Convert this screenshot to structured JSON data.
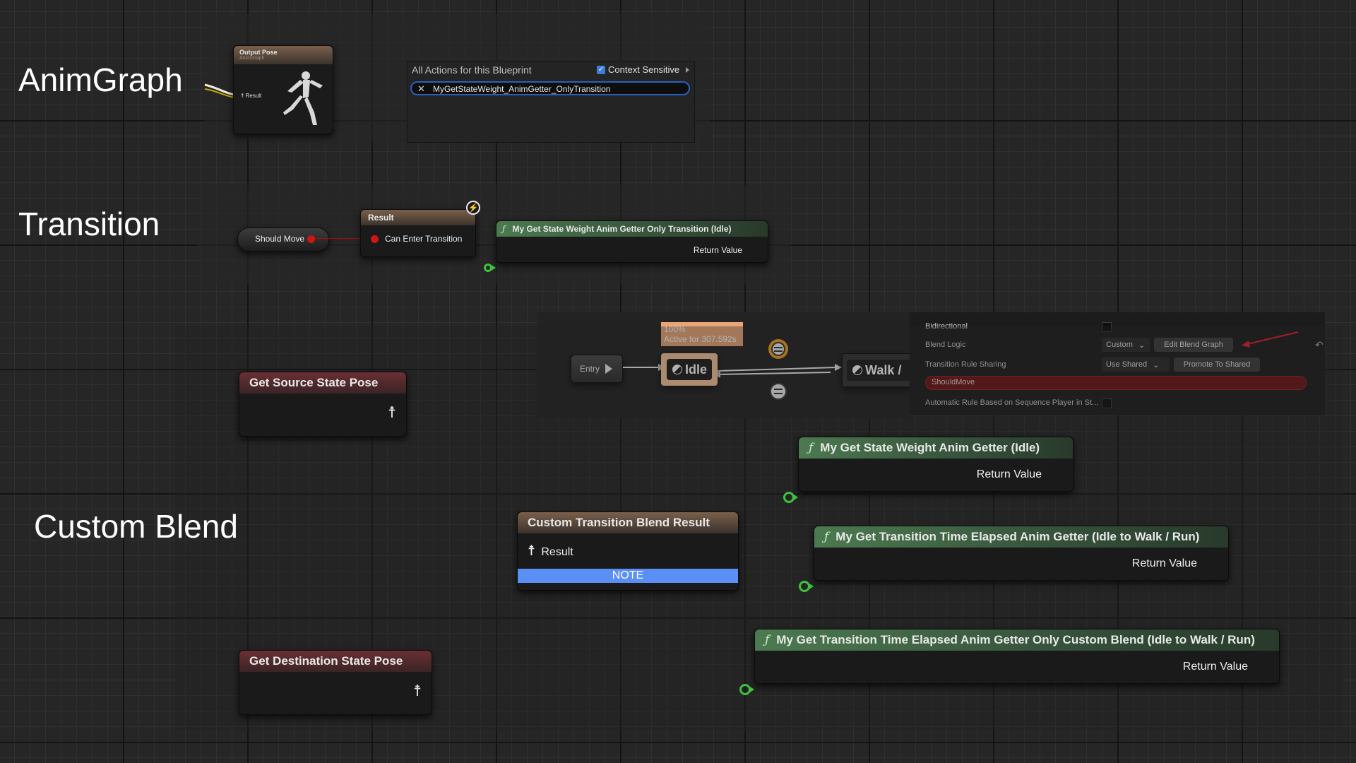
{
  "sections": {
    "animgraph": "AnimGraph",
    "transition": "Transition",
    "custom_blend": "Custom Blend"
  },
  "output_pose": {
    "title": "Output Pose",
    "subtitle": "AnimGraph",
    "result_label": "Result"
  },
  "action_menu": {
    "title": "All Actions for this Blueprint",
    "context_sensitive_label": "Context Sensitive",
    "context_sensitive_checked": true,
    "search_value": "MyGetStateWeight_AnimGetter_OnlyTransition"
  },
  "transition_graph": {
    "should_move_label": "Should Move",
    "result_title": "Result",
    "can_enter_label": "Can Enter Transition",
    "getter_title": "My Get State Weight Anim Getter Only Transition (Idle)",
    "return_value": "Return Value"
  },
  "state_machine": {
    "entry_label": "Entry",
    "idle_label": "Idle",
    "walk_label": "Walk /",
    "tooltip_percent": "100%",
    "tooltip_active": "Active for 307.592s"
  },
  "details_panel": {
    "bidirectional_label": "Bidirectional",
    "blend_logic_label": "Blend Logic",
    "blend_logic_value": "Custom",
    "edit_blend_graph": "Edit Blend Graph",
    "rule_sharing_label": "Transition Rule Sharing",
    "rule_sharing_value": "Use Shared",
    "promote_label": "Promote To Shared",
    "shared_rule_value": "ShouldMove",
    "auto_rule_label": "Automatic Rule Based on Sequence Player in St..."
  },
  "custom_blend_graph": {
    "source_pose_title": "Get Source State Pose",
    "destination_pose_title": "Get Destination State Pose",
    "blend_result_title": "Custom Transition Blend Result",
    "blend_result_pin": "Result",
    "note_label": "NOTE",
    "getter_idle_title": "My Get State Weight Anim Getter (Idle)",
    "getter_elapsed_title": "My Get Transition Time Elapsed Anim Getter (Idle to Walk / Run)",
    "getter_elapsed_custom_title": "My Get Transition Time Elapsed Anim Getter Only Custom Blend (Idle to Walk / Run)",
    "return_value": "Return Value"
  },
  "colors": {
    "graph_bg": "#262626",
    "pin_green": "#3ec13e",
    "pin_red": "#d11515",
    "note_blue": "#5a90f5",
    "state_active": "#f5c39a",
    "annotation_arrow": "#e0202a"
  }
}
